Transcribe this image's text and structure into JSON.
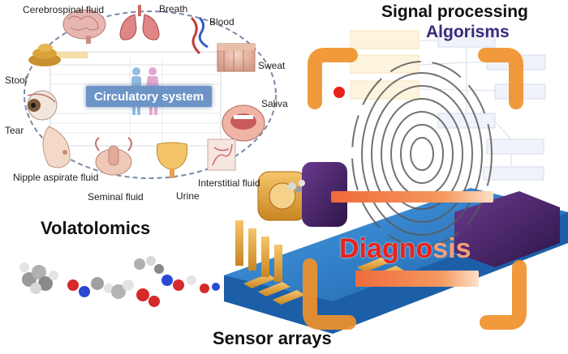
{
  "biofluids": {
    "cerebrospinal_fluid": "Cerebrospinal fluid",
    "breath": "Breath",
    "blood": "Blood",
    "sweat": "Sweat",
    "saliva": "Saliva",
    "stool": "Stool",
    "tear": "Tear",
    "nipple_aspirate_fluid": "Nipple aspirate fluid",
    "seminal_fluid": "Seminal fluid",
    "urine": "Urine",
    "interstitial_fluid": "Interstitial fluid"
  },
  "center_label": "Circulatory system",
  "headings": {
    "volatolomics": "Volatolomics",
    "sensor_arrays": "Sensor arrays",
    "signal_processing": "Signal processing",
    "algorisms": "Algorisms",
    "diagnosis_main": "Diagno",
    "diagnosis_tail": "sis"
  },
  "colors": {
    "circle_dash": "#7a8aa8",
    "center_box": "#6d94c7",
    "diagnosis_red": "#e8231a",
    "diagnosis_light": "#f2a07a",
    "bracket_orange": "#f0912b",
    "chip_blue": "#2f7fc9",
    "chip_gold": "#e2a43a"
  },
  "icons": [
    "brain-icon",
    "lungs-icon",
    "blood-vessel-icon",
    "skin-icon",
    "mouth-icon",
    "stool-icon",
    "eye-icon",
    "breast-icon",
    "male-reproductive-icon",
    "bladder-icon",
    "tissue-icon",
    "fingerprint-icon",
    "molecule-icon",
    "sensor-chip-icon"
  ]
}
